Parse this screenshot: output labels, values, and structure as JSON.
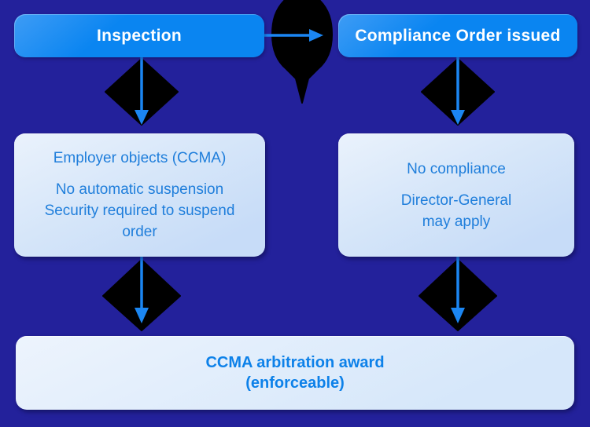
{
  "title": "Compliance order enforcement flowchart",
  "colors": {
    "background": "#23219B",
    "primary_box": "#0A85F1",
    "primary_box_highlight": "#3E9CF5",
    "primary_text": "#FFFFFF",
    "light_box_start": "#EAF2FC",
    "light_box_end": "#C7DCF8",
    "award_box_start": "#EDF4FD",
    "award_box_end": "#D6E7FA",
    "body_text": "#1F7EDB",
    "award_text": "#0D81E9",
    "arrow": "#1B86F2",
    "black_shape": "#000000"
  },
  "nodes": {
    "inspection": {
      "label": "Inspection"
    },
    "compliance": {
      "label": "Compliance Order issued"
    },
    "employer": {
      "p1": "Employer objects (CCMA)",
      "p2": "No automatic suspension\nSecurity required to suspend\norder"
    },
    "noncompliance": {
      "p1": "No compliance",
      "p2": "Director-General\nmay apply"
    },
    "award": {
      "label": "CCMA arbitration award\n(enforceable)"
    }
  },
  "edges": [
    {
      "from": "Inspection",
      "to": "Compliance Order issued",
      "direction": "right"
    },
    {
      "from": "Inspection",
      "to": "Employer objects (CCMA)",
      "direction": "down"
    },
    {
      "from": "Compliance Order issued",
      "to": "No compliance",
      "direction": "down"
    },
    {
      "from": "Employer objects (CCMA)",
      "to": "CCMA arbitration award (enforceable)",
      "direction": "down"
    },
    {
      "from": "No compliance",
      "to": "CCMA arbitration award (enforceable)",
      "direction": "down"
    }
  ]
}
